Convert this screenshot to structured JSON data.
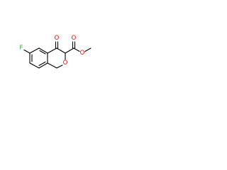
{
  "molecule": {
    "atoms": {
      "fluorine": "F",
      "ketone_oxygen": "O",
      "ring_oxygen": "O",
      "ester_carbonyl_oxygen": "O",
      "ester_alkoxy_oxygen": "O"
    },
    "colors": {
      "bond": "#000000",
      "fluorine": "#33aa33",
      "oxygen": "#ff0000",
      "background": "#ffffff"
    }
  }
}
